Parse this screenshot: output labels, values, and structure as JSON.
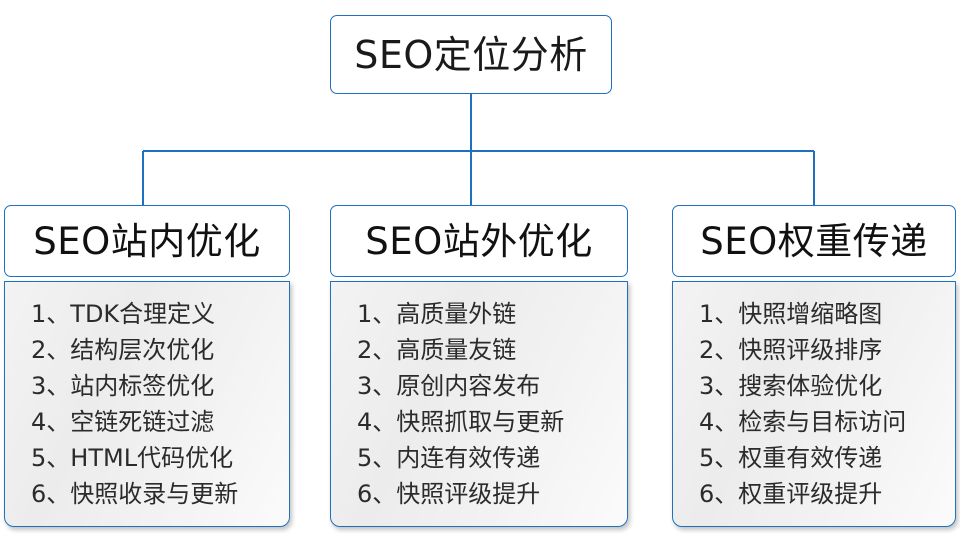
{
  "diagram": {
    "root": {
      "label": "SEO定位分析"
    },
    "branches": [
      {
        "title": "SEO站内优化",
        "items": [
          {
            "index": "1、",
            "text": "TDK合理定义"
          },
          {
            "index": "2、",
            "text": "结构层次优化"
          },
          {
            "index": "3、",
            "text": "站内标签优化"
          },
          {
            "index": "4、",
            "text": "空链死链过滤"
          },
          {
            "index": "5、",
            "text": "HTML代码优化"
          },
          {
            "index": "6、",
            "text": "快照收录与更新"
          }
        ]
      },
      {
        "title": "SEO站外优化",
        "items": [
          {
            "index": "1、",
            "text": "高质量外链"
          },
          {
            "index": "2、",
            "text": "高质量友链"
          },
          {
            "index": "3、",
            "text": "原创内容发布"
          },
          {
            "index": "4、",
            "text": "快照抓取与更新"
          },
          {
            "index": "5、",
            "text": "内连有效传递"
          },
          {
            "index": "6、",
            "text": "快照评级提升"
          }
        ]
      },
      {
        "title": "SEO权重传递",
        "items": [
          {
            "index": "1、",
            "text": "快照增缩略图"
          },
          {
            "index": "2、",
            "text": "快照评级排序"
          },
          {
            "index": "3、",
            "text": "搜索体验优化"
          },
          {
            "index": "4、",
            "text": "检索与目标访问"
          },
          {
            "index": "5、",
            "text": "权重有效传递"
          },
          {
            "index": "6、",
            "text": "权重评级提升"
          }
        ]
      }
    ],
    "colors": {
      "node_border": "#1f70bf",
      "connector": "#1f70bf",
      "node_fill": "#ffffff",
      "panel_fill": "#efefef",
      "text": "#1a1a1a"
    }
  }
}
